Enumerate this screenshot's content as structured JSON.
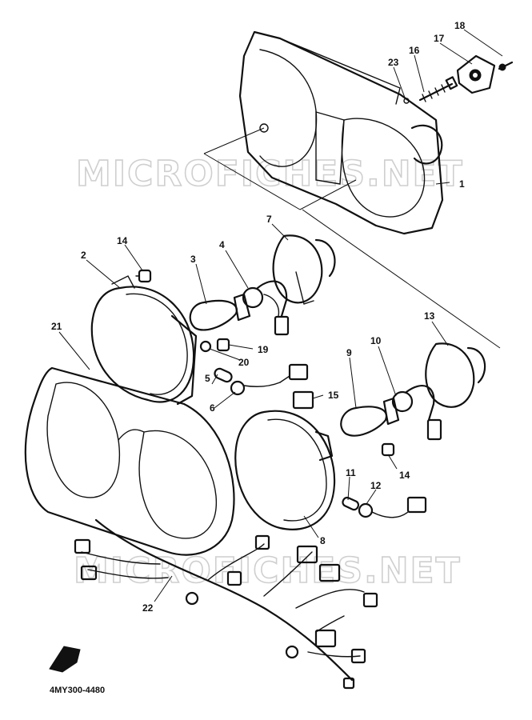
{
  "diagram": {
    "drawing_code": "4MY300-4480",
    "watermark": "MICROFICHES.NET",
    "parts": [
      {
        "id": "1",
        "label": "1"
      },
      {
        "id": "2",
        "label": "2"
      },
      {
        "id": "3",
        "label": "3"
      },
      {
        "id": "4",
        "label": "4"
      },
      {
        "id": "5",
        "label": "5"
      },
      {
        "id": "6",
        "label": "6"
      },
      {
        "id": "7",
        "label": "7"
      },
      {
        "id": "8",
        "label": "8"
      },
      {
        "id": "9",
        "label": "9"
      },
      {
        "id": "10",
        "label": "10"
      },
      {
        "id": "11",
        "label": "11"
      },
      {
        "id": "12",
        "label": "12"
      },
      {
        "id": "13",
        "label": "13"
      },
      {
        "id": "14a",
        "label": "14"
      },
      {
        "id": "14b",
        "label": "14"
      },
      {
        "id": "15",
        "label": "15"
      },
      {
        "id": "16",
        "label": "16"
      },
      {
        "id": "17",
        "label": "17"
      },
      {
        "id": "18",
        "label": "18"
      },
      {
        "id": "19",
        "label": "19"
      },
      {
        "id": "20",
        "label": "20"
      },
      {
        "id": "21",
        "label": "21"
      },
      {
        "id": "22",
        "label": "22"
      },
      {
        "id": "23",
        "label": "23"
      }
    ]
  }
}
